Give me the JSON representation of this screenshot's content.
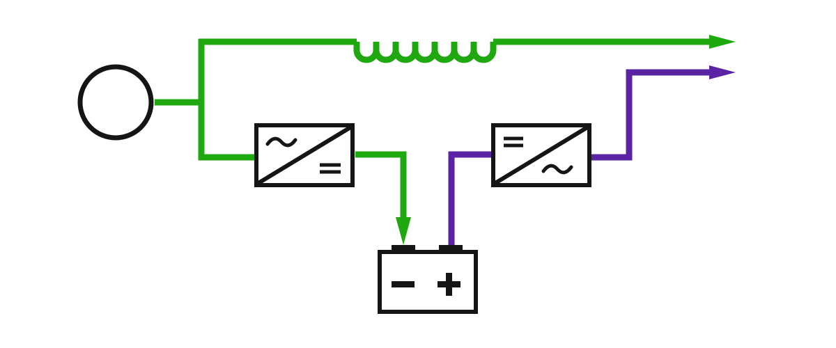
{
  "diagram": {
    "description_free": true,
    "colors": {
      "ac_path": "#1fa80f",
      "dc_to_ac_path": "#5b24a5",
      "symbol_stroke": "#151515",
      "background": "#ffffff"
    },
    "components": [
      {
        "id": "source",
        "icon": "circle-source-icon"
      },
      {
        "id": "inductor",
        "icon": "inductor-coil-icon",
        "turns": 5
      },
      {
        "id": "rectifier",
        "icon": "ac-dc-converter-icon",
        "input_symbol": "~",
        "output_symbol": "="
      },
      {
        "id": "battery",
        "icon": "battery-icon",
        "terminals": [
          "−",
          "+"
        ]
      },
      {
        "id": "inverter",
        "icon": "dc-ac-converter-icon",
        "input_symbol": "=",
        "output_symbol": "~"
      }
    ],
    "connections": [
      {
        "from": "source",
        "to": "inductor",
        "color": "ac_path"
      },
      {
        "from": "inductor",
        "to": "output-top",
        "color": "ac_path",
        "arrow": true
      },
      {
        "from": "source",
        "to": "rectifier",
        "color": "ac_path"
      },
      {
        "from": "rectifier",
        "to": "battery",
        "color": "ac_path",
        "arrow": true
      },
      {
        "from": "battery",
        "to": "inverter",
        "color": "dc_to_ac_path"
      },
      {
        "from": "inverter",
        "to": "output-bottom",
        "color": "dc_to_ac_path",
        "arrow": true
      }
    ]
  }
}
